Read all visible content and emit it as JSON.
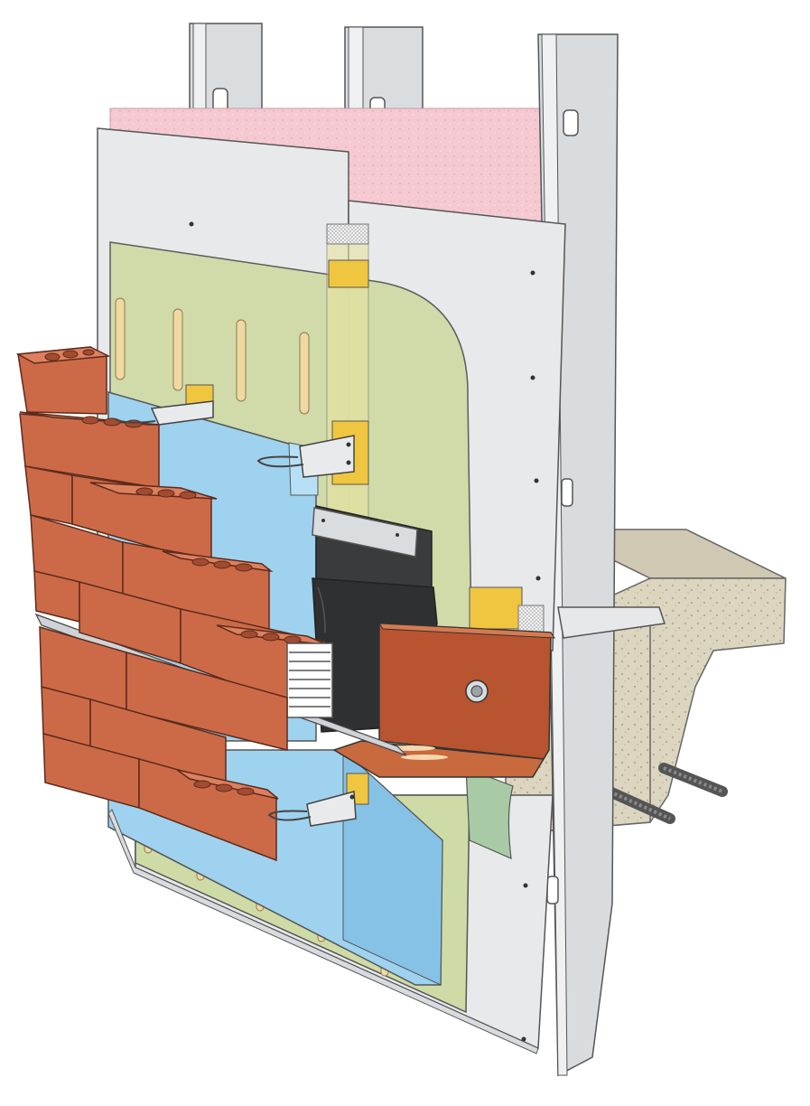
{
  "diagram": {
    "labels": [],
    "components": [
      "steel-stud",
      "mineral-wool-insulation",
      "sheathing-board",
      "air-water-barrier",
      "rigid-insulation",
      "brick-veneer",
      "shelf-angle",
      "through-wall-flashing",
      "brick-tie",
      "concrete-slab",
      "rebar"
    ],
    "colors": {
      "stud": "#dadde0",
      "mineral_wool": "#f4c6cf",
      "sheathing": "#e8e9ea",
      "barrier": "#cfdba6",
      "rigid_insulation": "#9fd2ef",
      "brick": "#cc6a48",
      "brick_dark": "#a8492d",
      "shelf_angle": "#b8542f",
      "flashing": "#3a3b3d",
      "concrete": "#dcd5c0",
      "tape": "#f0c640",
      "rebar": "#5a5a5a"
    }
  }
}
